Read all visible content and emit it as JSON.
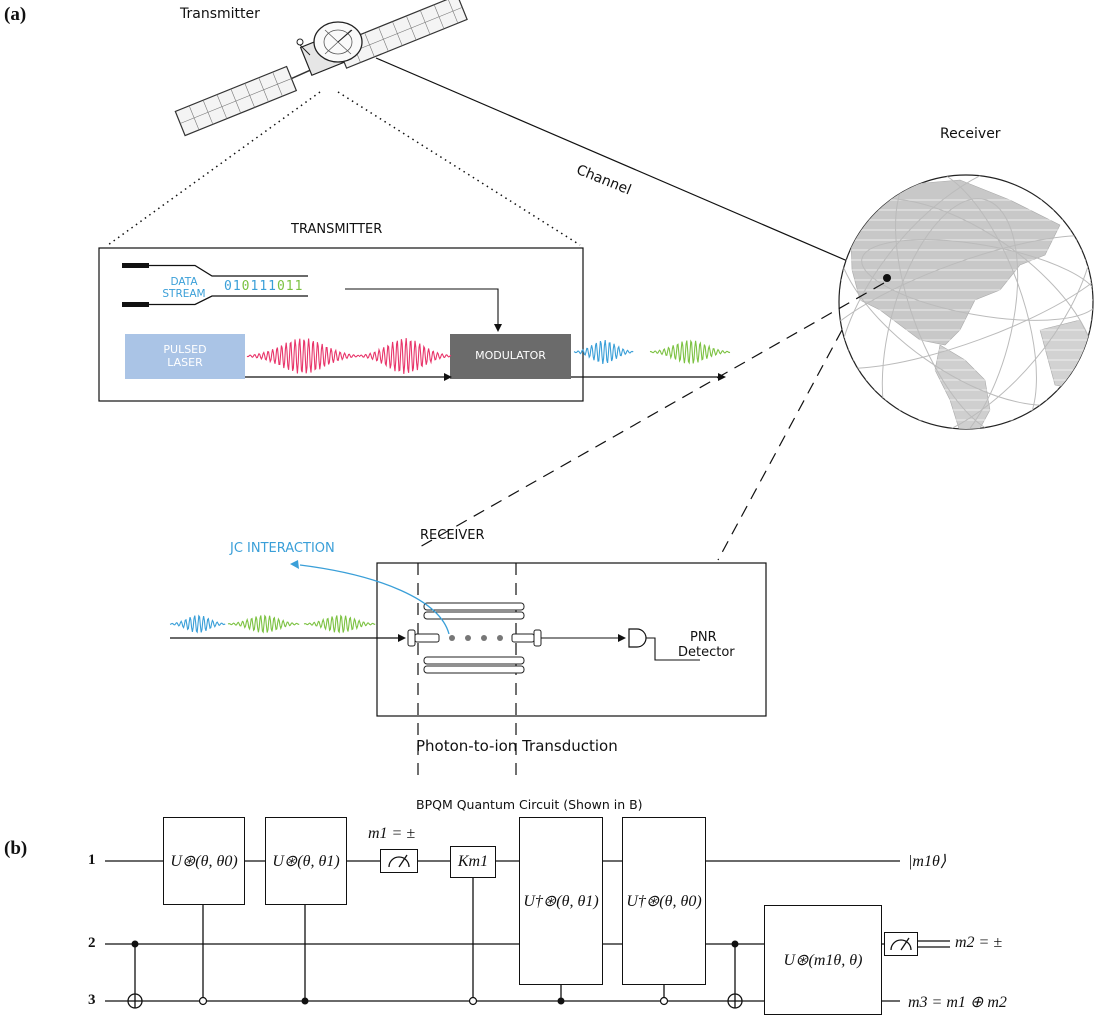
{
  "panel_a": {
    "label": "(a)",
    "satellite_caption": "Transmitter",
    "earth_caption": "Receiver",
    "channel_caption": "Channel",
    "transmitter_box": {
      "title": "TRANSMITTER",
      "data_stream_line1": "DATA",
      "data_stream_line2": "STREAM",
      "bits": [
        "0",
        "1",
        "0",
        "1",
        "1",
        "1",
        "0",
        "1",
        "1"
      ],
      "bit_colors": [
        "#3a9fd8",
        "#3a9fd8",
        "#7cc242",
        "#3a9fd8",
        "#3a9fd8",
        "#3a9fd8",
        "#7cc242",
        "#7cc242",
        "#7cc242"
      ],
      "laser_line1": "PULSED",
      "laser_line2": "LASER",
      "modulator": "MODULATOR"
    },
    "receiver_box": {
      "title": "RECEIVER",
      "jc_label": "JC INTERACTION",
      "detector_line1": "PNR",
      "detector_line2": "Detector",
      "transduction_caption": "Photon-to-ion Transduction",
      "circuit_caption": "BPQM Quantum Circuit (Shown in B)"
    },
    "colors": {
      "blue_pulse": "#3a9fd8",
      "green_pulse": "#7cc242",
      "red_pulse": "#e8356a",
      "laser_fill": "#aac4e6",
      "modulator_fill": "#6b6b6b"
    }
  },
  "panel_b": {
    "label": "(b)",
    "wires": [
      "1",
      "2",
      "3"
    ],
    "gates": {
      "u0": "U⊛(θ, θ0)",
      "u1": "U⊛(θ, θ1)",
      "k": "Km1",
      "ud1": "U†⊛(θ, θ1)",
      "ud0": "U†⊛(θ, θ0)",
      "um": "U⊛(m1θ, θ)"
    },
    "m1_label": "m1 = ±",
    "out1": "|m1θ⟩",
    "out2": "m2 = ±",
    "out3": "m3 = m1 ⊕ m2"
  }
}
